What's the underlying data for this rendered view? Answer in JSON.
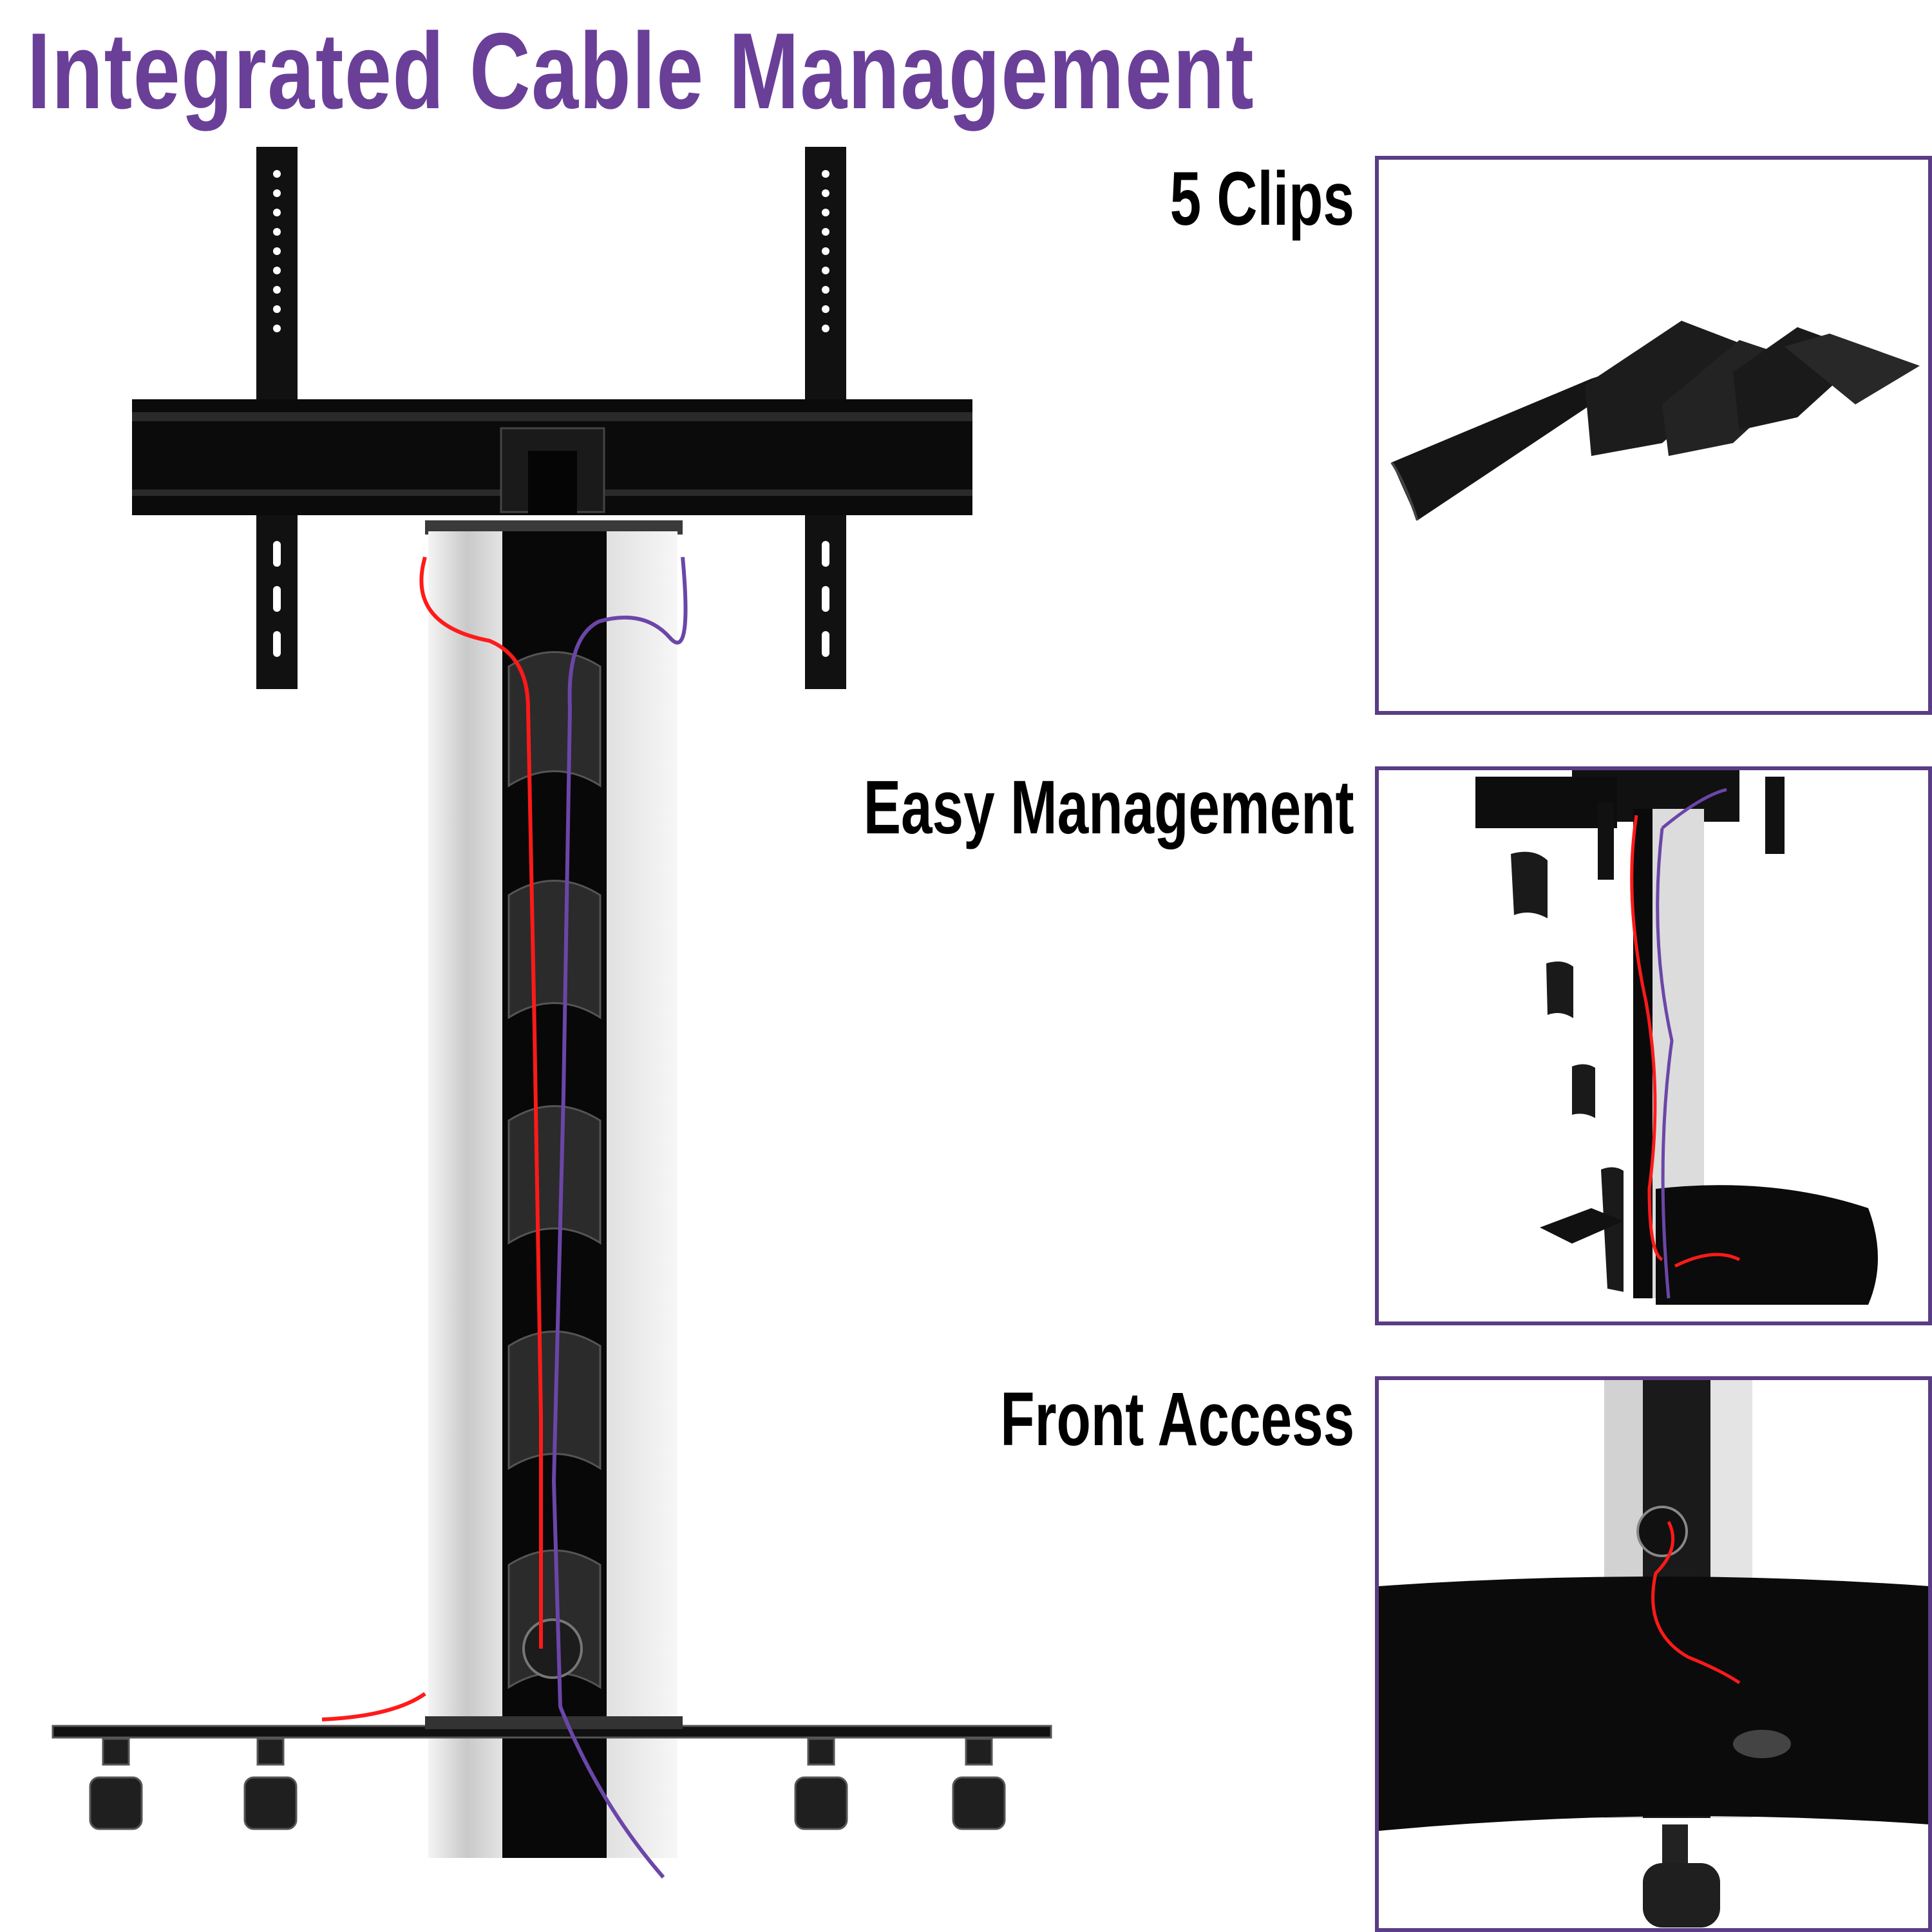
{
  "title": "Integrated Cable Management",
  "panels": [
    {
      "label": "5 Clips"
    },
    {
      "label": "Easy Management"
    },
    {
      "label": "Front Access"
    }
  ],
  "colors": {
    "title": "#6a3f98",
    "panel_border": "#5a3d84",
    "cable_red": "#ff1a1a",
    "cable_purple": "#6b46a8",
    "stand_black": "#0a0a0a",
    "stand_silver": "#d8d8d8"
  }
}
